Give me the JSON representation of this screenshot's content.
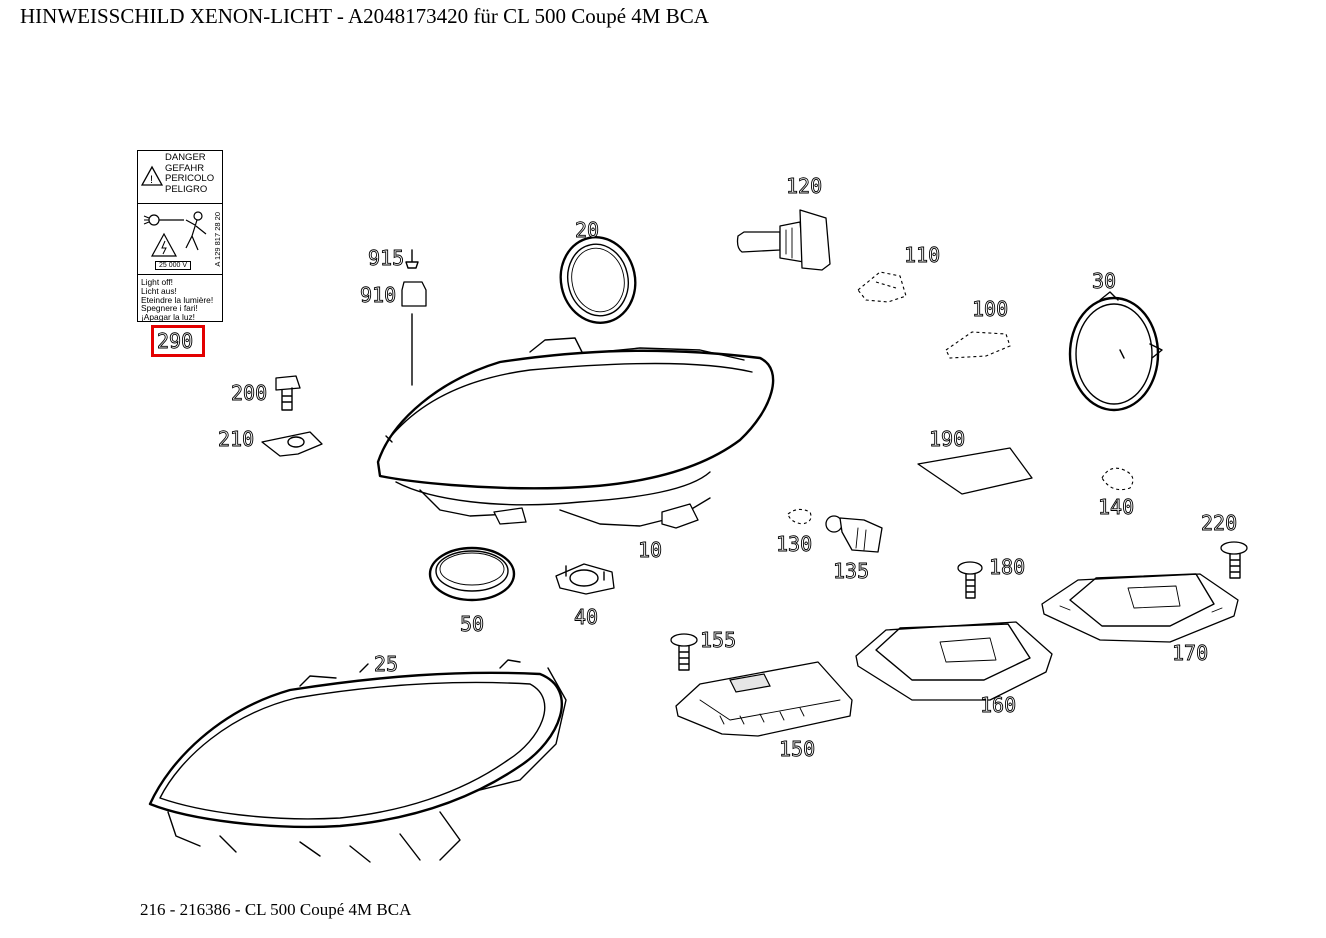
{
  "title": "HINWEISSCHILD XENON-LICHT - A2048173420 für CL 500 Coupé 4M BCA",
  "footer": "216 - 216386 - CL 500 Coupé 4M BCA",
  "warning_label": {
    "words": [
      "DANGER",
      "GEFAHR",
      "PERICOLO",
      "PELIGRO"
    ],
    "part_code": "A 129 817 28 20",
    "voltage": "25 000 V",
    "instructions": [
      "Light off!",
      "Licht aus!",
      "Eteindre la lumière!",
      "Spegnere i fari!",
      "¡Apagar la luz!"
    ]
  },
  "highlight": {
    "part": "290",
    "color": "#e30000"
  },
  "parts": {
    "p290": "290",
    "p915": "915",
    "p910": "910",
    "p20": "20",
    "p120": "120",
    "p110": "110",
    "p100": "100",
    "p30": "30",
    "p200": "200",
    "p210": "210",
    "p190": "190",
    "p140": "140",
    "p10": "10",
    "p130": "130",
    "p135": "135",
    "p220": "220",
    "p180": "180",
    "p50": "50",
    "p40": "40",
    "p155": "155",
    "p170": "170",
    "p25": "25",
    "p160": "160",
    "p150": "150"
  }
}
